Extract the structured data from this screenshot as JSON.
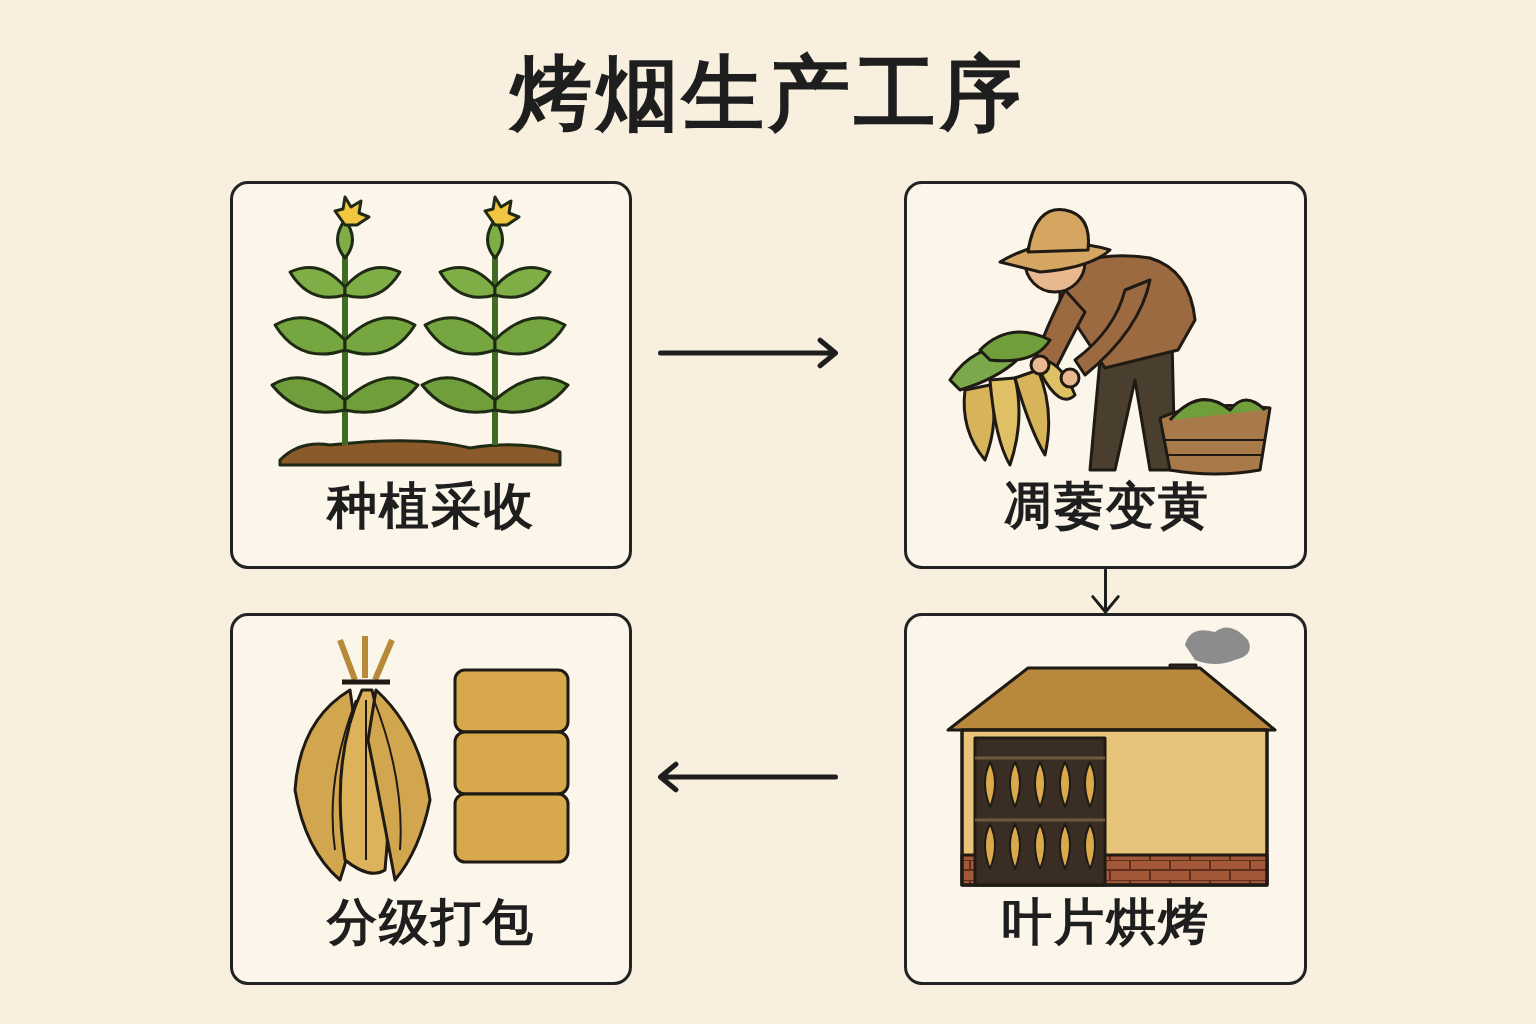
{
  "diagram": {
    "title": "烤烟生产工序",
    "nodes": [
      {
        "text": [
          "种植采收"
        ]
      },
      {
        "text": [
          "凋萎变黄"
        ]
      },
      {
        "text": [
          "分级打包"
        ]
      },
      {
        "text": [
          "叶片烘烤"
        ]
      }
    ],
    "edges": [
      {
        "from": 0,
        "to": 1,
        "arrow": "to"
      },
      {
        "from": 1,
        "to": 3,
        "arrow": "to"
      },
      {
        "from": 3,
        "to": 2,
        "arrow": "to"
      }
    ]
  }
}
